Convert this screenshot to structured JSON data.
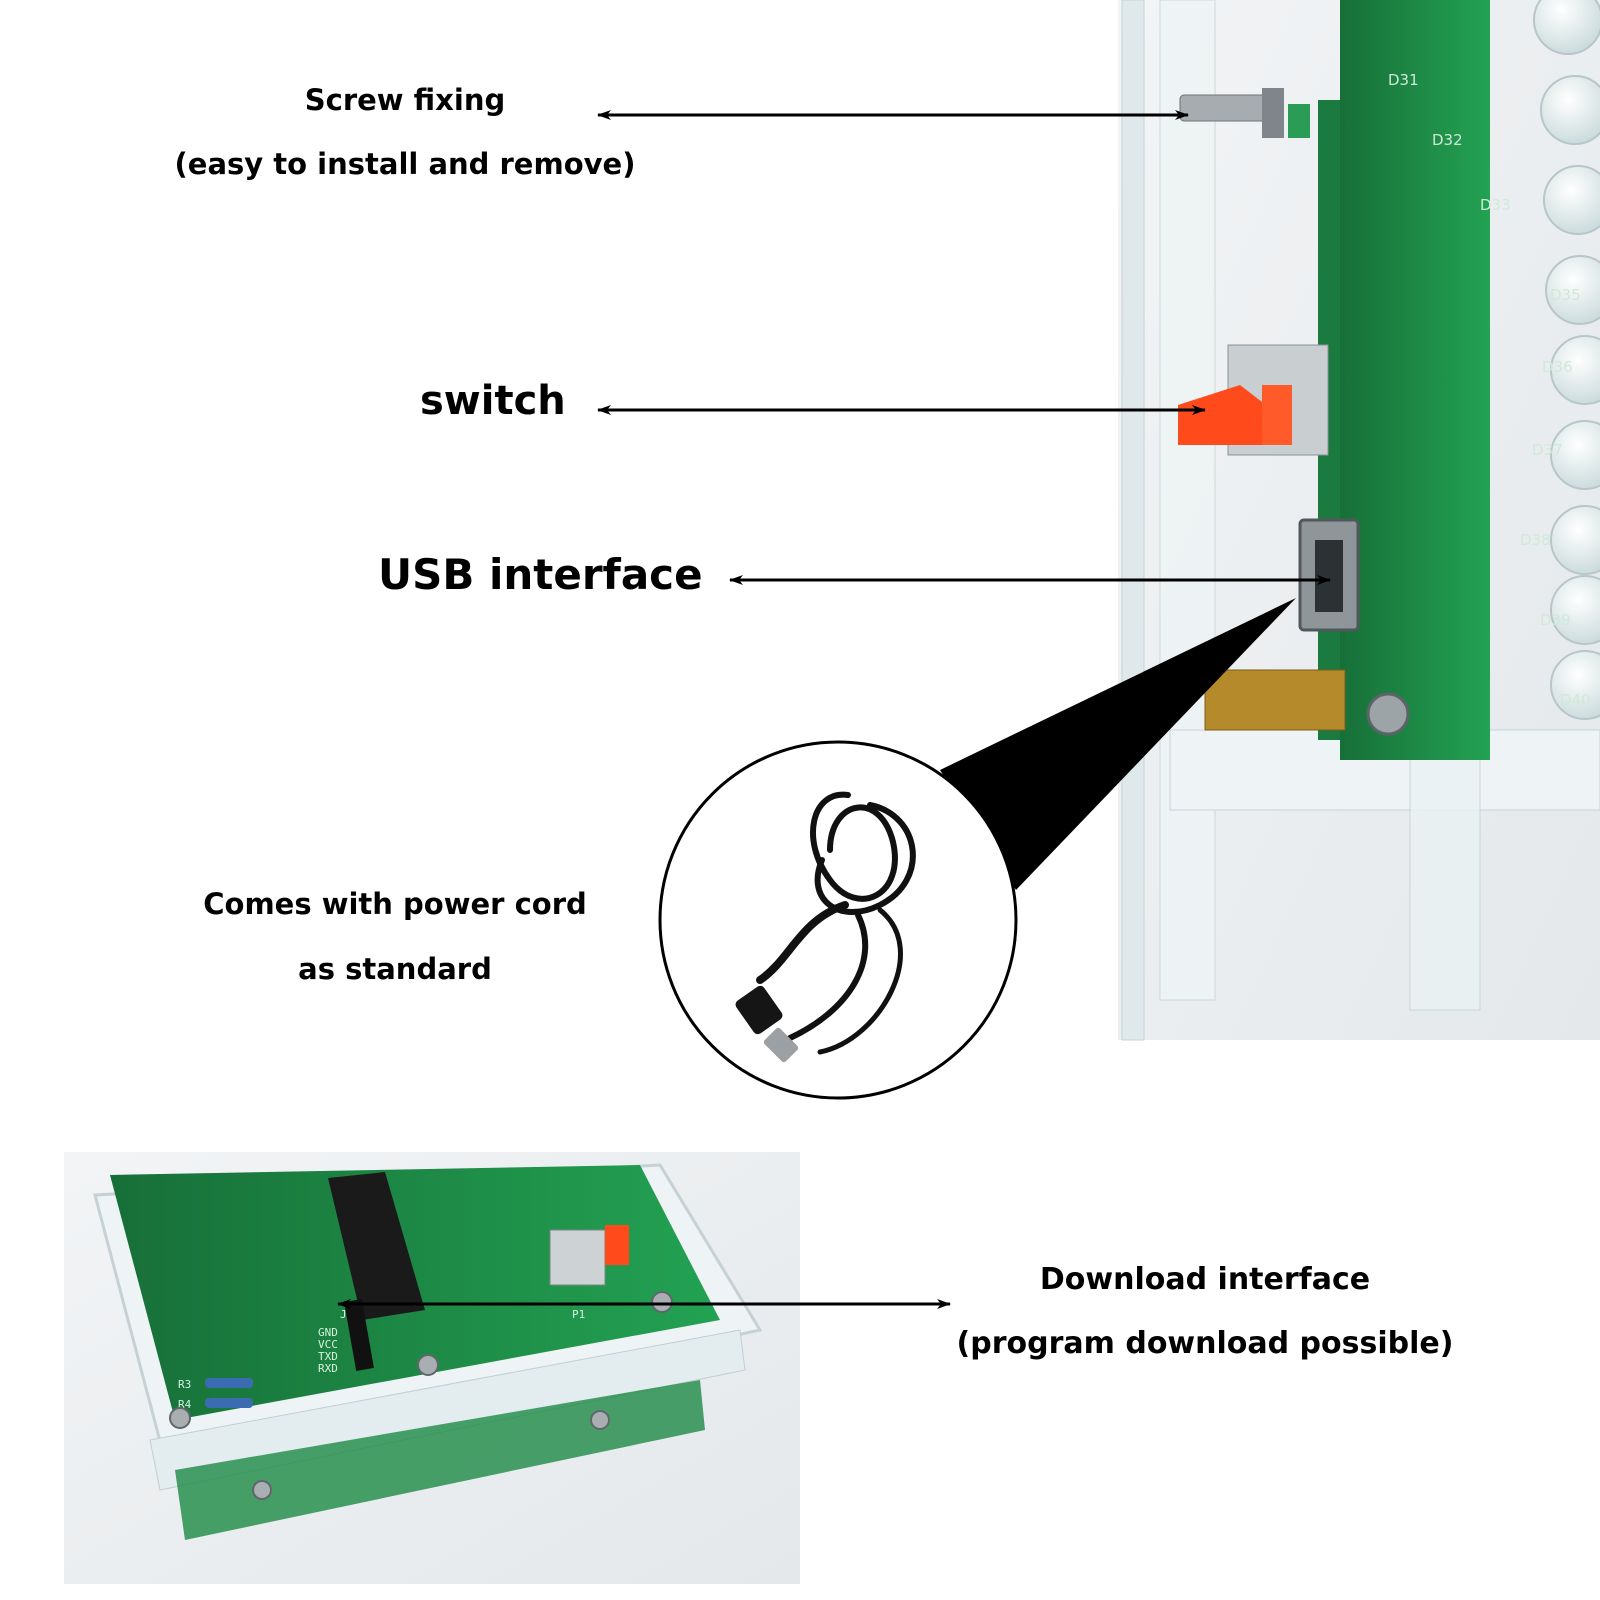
{
  "annotations": {
    "screw": {
      "line1": "Screw fixing",
      "line2": "(easy to install and remove)"
    },
    "switch": {
      "line1": "switch"
    },
    "usb": {
      "line1": "USB interface"
    },
    "power_cord": {
      "line1": "Comes with power cord",
      "line2": "as standard"
    },
    "download": {
      "line1": "Download interface",
      "line2": "(program download possible)"
    }
  },
  "board_labels": {
    "leds": [
      "D31",
      "D32",
      "D33",
      "D35",
      "D36",
      "D37",
      "D38",
      "D39",
      "D40"
    ],
    "pins": [
      "J7",
      "GND",
      "VCC",
      "TXD",
      "RXD"
    ],
    "resistors": [
      "R3",
      "R4"
    ],
    "header": "P1"
  },
  "colors": {
    "pcb_green": "#1f8f4a",
    "acrylic": "#e9f1f3",
    "switch_red": "#ff4a1c",
    "brass": "#b58a2a",
    "cable": "#111111"
  }
}
